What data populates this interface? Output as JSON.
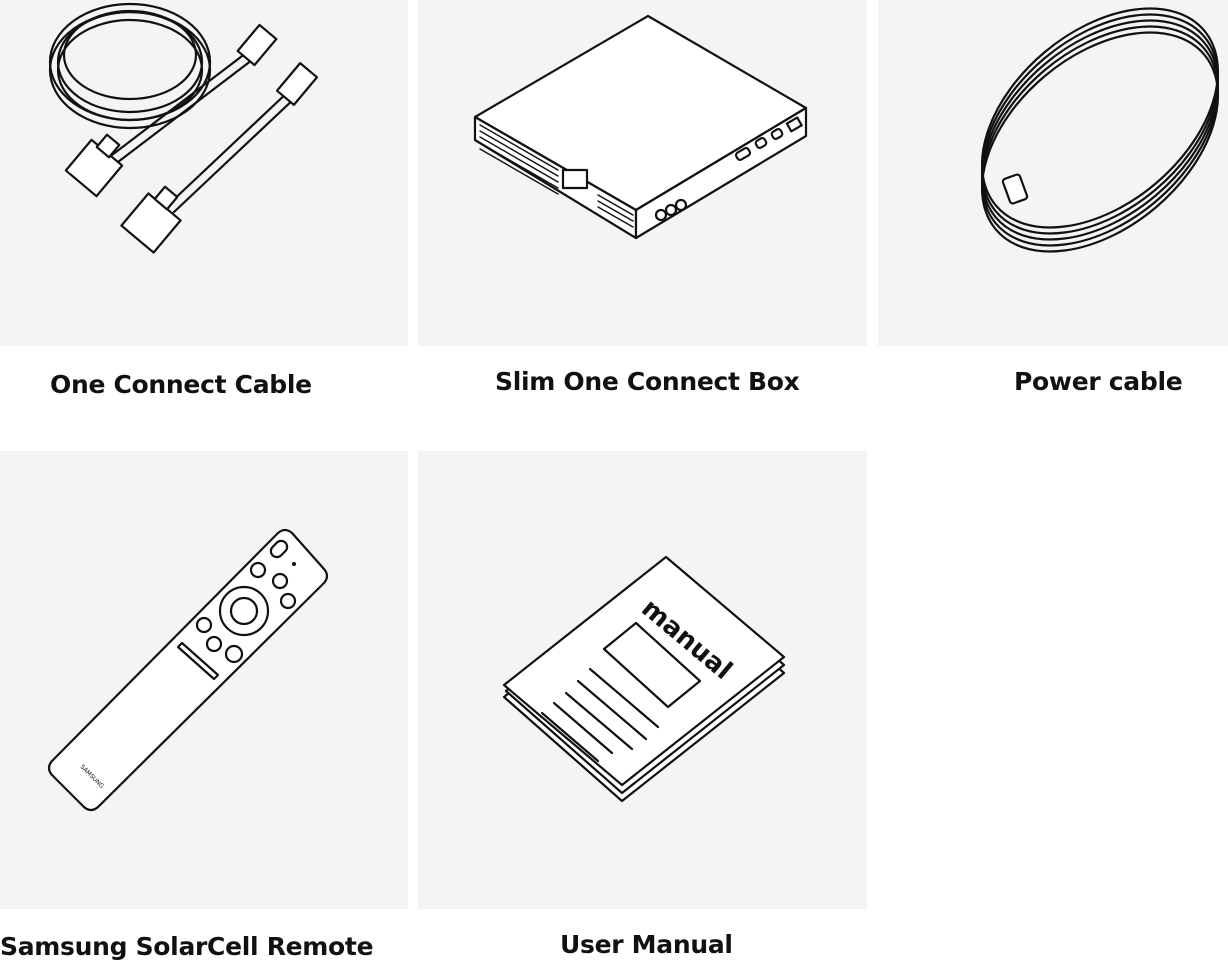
{
  "items": [
    {
      "label": "One Connect Cable",
      "icon": "one-connect-cable-icon"
    },
    {
      "label": "Slim One Connect Box",
      "icon": "one-connect-box-icon"
    },
    {
      "label": "Power cable",
      "icon": "power-cable-icon"
    },
    {
      "label": "Samsung SolarCell Remote",
      "icon": "solarcell-remote-icon",
      "brand_text": "SAMSUNG"
    },
    {
      "label": "User Manual",
      "icon": "user-manual-icon",
      "cover_text": "manual"
    }
  ],
  "colors": {
    "tile_background": "#f4f4f4",
    "page_background": "#ffffff",
    "line": "#111111"
  }
}
